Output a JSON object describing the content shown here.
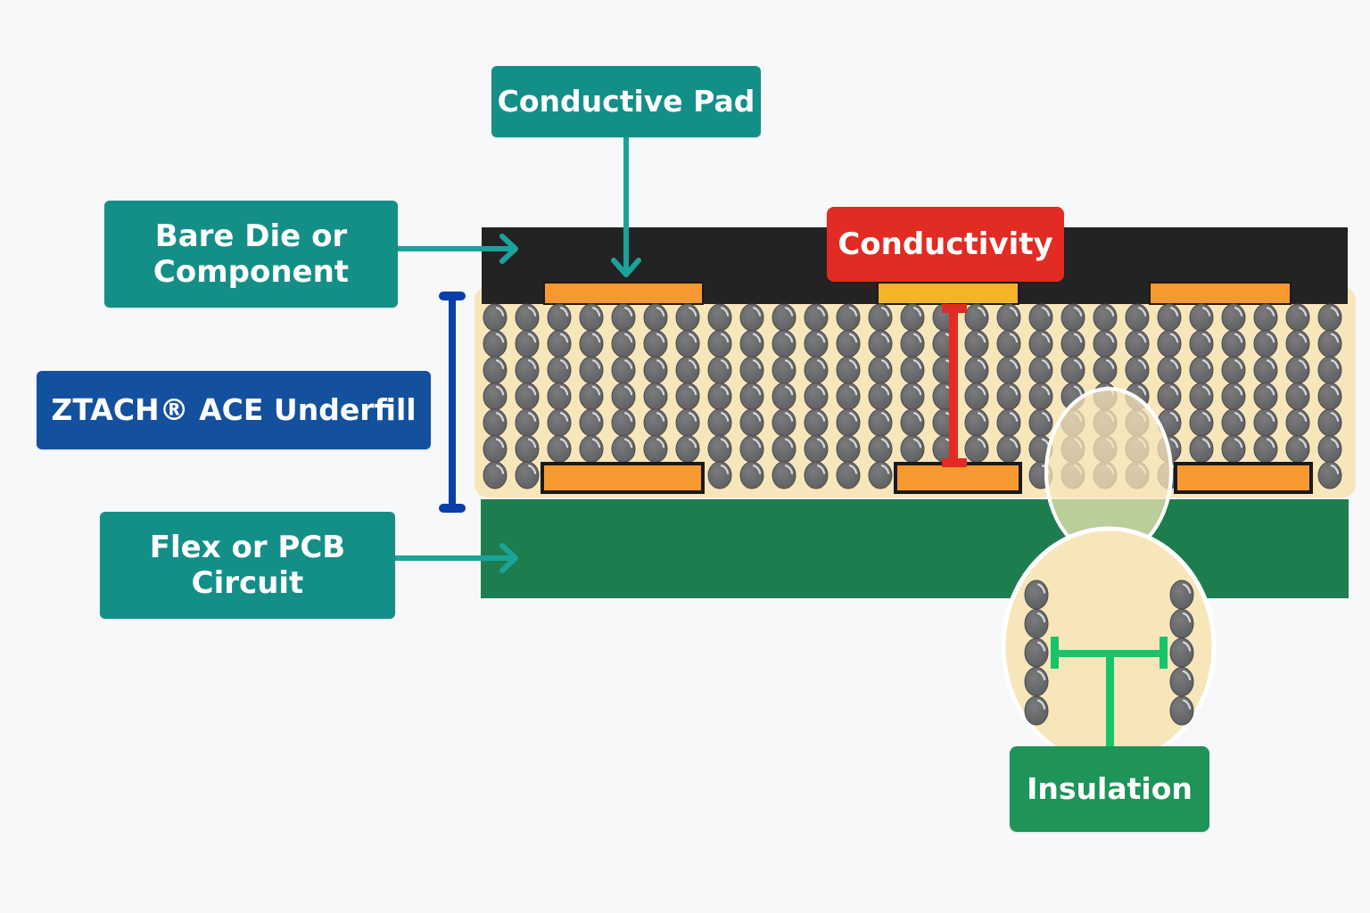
{
  "colors": {
    "teal": "#148f88",
    "teal_arrow": "#1aa39b",
    "navy": "#13519e",
    "navy_bracket": "#0a3ea8",
    "red": "#e22b22",
    "green_label": "#1e9458",
    "green_indicator": "#18c46a",
    "die": "#232323",
    "underfill": "#f8e6bb",
    "particle": "#6a6b6d",
    "particle_edge": "#4a4b4d",
    "pad": "#f7992f",
    "pad_highlight": "#f3b42a",
    "pcb": "#1e7d4f"
  },
  "labels": {
    "conductive_pad": "Conductive Pad",
    "bare_die": [
      "Bare Die or",
      "Component"
    ],
    "underfill": "ZTACH® ACE Underfill",
    "flex_pcb": [
      "Flex or PCB",
      "Circuit"
    ],
    "conductivity": "Conductivity",
    "insulation": "Insulation"
  },
  "diagram": {
    "layers": [
      "Bare Die or Component",
      "ZTACH® ACE Underfill",
      "Flex or PCB Circuit"
    ],
    "particle_grid": {
      "columns": 27,
      "rows": 7
    },
    "top_pads": 3,
    "bottom_pads": 3,
    "highlighted_top_pad": 2,
    "magnifier_particles_per_side": 5,
    "icons": [
      "arrow-right-icon",
      "arrow-down-icon",
      "thickness-bracket-icon",
      "conductivity-path-icon",
      "insulation-gap-icon",
      "magnifier-lens-icon"
    ]
  }
}
